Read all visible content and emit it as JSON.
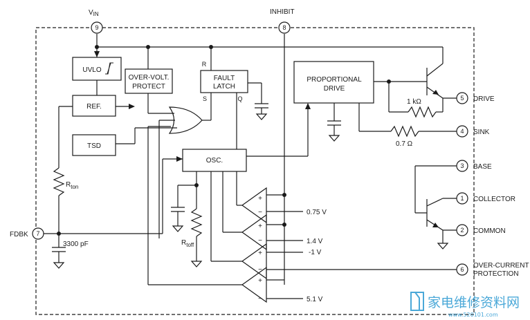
{
  "pins": {
    "p9": "9",
    "p8": "8",
    "p7": "7",
    "p5": "5",
    "p4": "4",
    "p3": "3",
    "p1": "1",
    "p2": "2",
    "p6": "6"
  },
  "pin_names": {
    "vin_main": "V",
    "vin_sub": "IN",
    "inhibit": "INHIBIT",
    "fdbk": "FDBK",
    "drive": "DRIVE",
    "sink": "SINK",
    "base": "BASE",
    "collector": "COLLECTOR",
    "common": "COMMON",
    "ocp_1": "OVER-CURRENT",
    "ocp_2": "PROTECTION"
  },
  "blocks": {
    "uvlo": "UVLO",
    "ref": "REF.",
    "tsd": "TSD",
    "over_volt_1": "OVER-VOLT.",
    "over_volt_2": "PROTECT",
    "fault_1": "FAULT",
    "fault_2": "LATCH",
    "osc": "OSC.",
    "prop_1": "PROPORTIONAL",
    "prop_2": "DRIVE"
  },
  "latch": {
    "r": "R",
    "s": "S",
    "q": "Q"
  },
  "comp": {
    "plus": "+",
    "minus": "−"
  },
  "refs": {
    "v075": "0.75 V",
    "v14": "1.4 V",
    "vneg1": "-1 V",
    "v51": "5.1 V"
  },
  "components": {
    "r1k": "1 kΩ",
    "r07": "0.7 Ω",
    "c3300": "3300 pF",
    "rton_main": "R",
    "rton_sub": "ton",
    "rtoff_main": "R",
    "rtoff_sub": "toff"
  },
  "watermark": {
    "text": "家电维修资料网",
    "url": "www.520101.com"
  },
  "colors": {
    "line": "#1a1a1a",
    "watermark": "#4aa8d8"
  }
}
